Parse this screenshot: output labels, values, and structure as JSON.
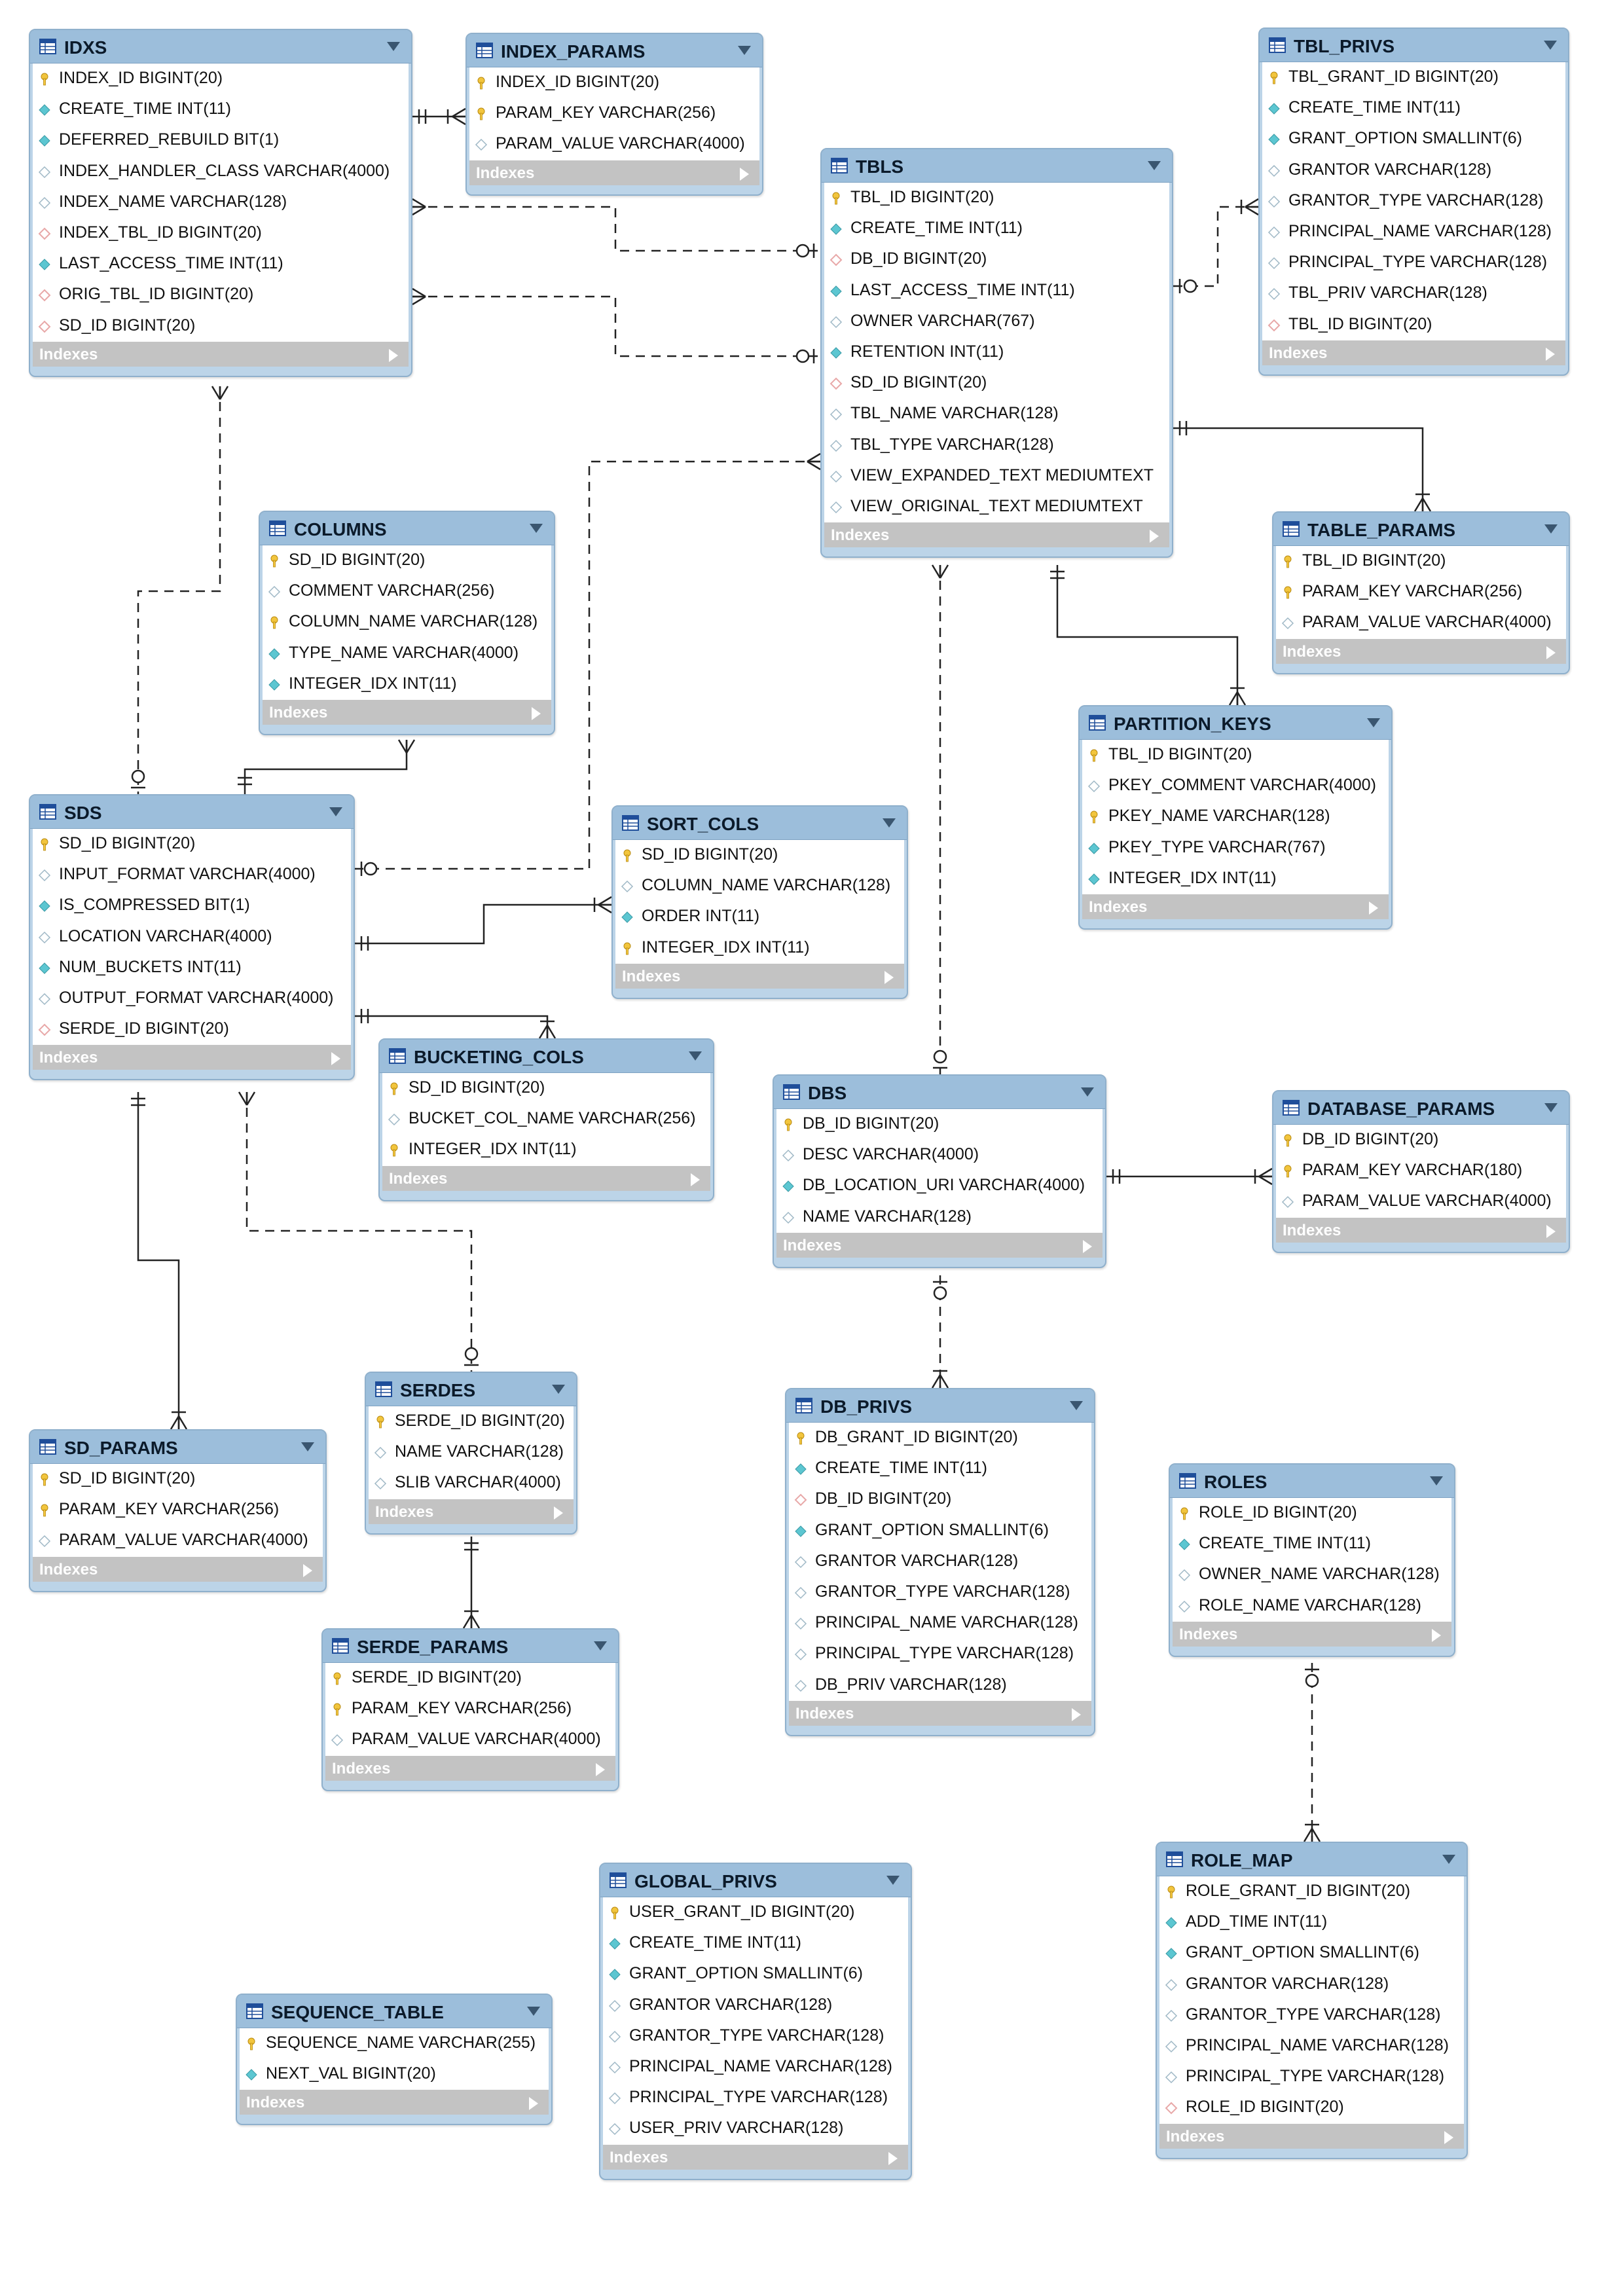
{
  "footer_label": "Indexes",
  "colors": {
    "header": "#9cbedb",
    "frame": "#bcd4e8",
    "footer": "#c3c3c3",
    "pk": "#f2c53d",
    "fk": "#e8a8a8",
    "col": "#5cc6d1",
    "line": "#222222"
  },
  "icons": {
    "table": "table-grid-icon",
    "pk": "key-icon",
    "fk": "red-diamond-icon",
    "column": "cyan-diamond-icon",
    "nullable": "hollow-diamond-icon",
    "collapse": "triangle-down-icon",
    "expand": "triangle-right-icon"
  },
  "tables": [
    {
      "id": "idxs",
      "name": "IDXS",
      "columns": [
        {
          "text": "INDEX_ID BIGINT(20)",
          "kind": "pk"
        },
        {
          "text": "CREATE_TIME INT(11)",
          "kind": "col"
        },
        {
          "text": "DEFERRED_REBUILD BIT(1)",
          "kind": "col"
        },
        {
          "text": "INDEX_HANDLER_CLASS VARCHAR(4000)",
          "kind": "null"
        },
        {
          "text": "INDEX_NAME VARCHAR(128)",
          "kind": "null"
        },
        {
          "text": "INDEX_TBL_ID BIGINT(20)",
          "kind": "fk"
        },
        {
          "text": "LAST_ACCESS_TIME INT(11)",
          "kind": "col"
        },
        {
          "text": "ORIG_TBL_ID BIGINT(20)",
          "kind": "fk"
        },
        {
          "text": "SD_ID BIGINT(20)",
          "kind": "fk"
        }
      ]
    },
    {
      "id": "index_params",
      "name": "INDEX_PARAMS",
      "columns": [
        {
          "text": "INDEX_ID BIGINT(20)",
          "kind": "pk"
        },
        {
          "text": "PARAM_KEY VARCHAR(256)",
          "kind": "pk"
        },
        {
          "text": "PARAM_VALUE VARCHAR(4000)",
          "kind": "null"
        }
      ]
    },
    {
      "id": "tbls",
      "name": "TBLS",
      "columns": [
        {
          "text": "TBL_ID BIGINT(20)",
          "kind": "pk"
        },
        {
          "text": "CREATE_TIME INT(11)",
          "kind": "col"
        },
        {
          "text": "DB_ID BIGINT(20)",
          "kind": "fk"
        },
        {
          "text": "LAST_ACCESS_TIME INT(11)",
          "kind": "col"
        },
        {
          "text": "OWNER VARCHAR(767)",
          "kind": "null"
        },
        {
          "text": "RETENTION INT(11)",
          "kind": "col"
        },
        {
          "text": "SD_ID BIGINT(20)",
          "kind": "fk"
        },
        {
          "text": "TBL_NAME VARCHAR(128)",
          "kind": "null"
        },
        {
          "text": "TBL_TYPE VARCHAR(128)",
          "kind": "null"
        },
        {
          "text": "VIEW_EXPANDED_TEXT MEDIUMTEXT",
          "kind": "null"
        },
        {
          "text": "VIEW_ORIGINAL_TEXT MEDIUMTEXT",
          "kind": "null"
        }
      ]
    },
    {
      "id": "tbl_privs",
      "name": "TBL_PRIVS",
      "columns": [
        {
          "text": "TBL_GRANT_ID BIGINT(20)",
          "kind": "pk"
        },
        {
          "text": "CREATE_TIME INT(11)",
          "kind": "col"
        },
        {
          "text": "GRANT_OPTION SMALLINT(6)",
          "kind": "col"
        },
        {
          "text": "GRANTOR VARCHAR(128)",
          "kind": "null"
        },
        {
          "text": "GRANTOR_TYPE VARCHAR(128)",
          "kind": "null"
        },
        {
          "text": "PRINCIPAL_NAME VARCHAR(128)",
          "kind": "null"
        },
        {
          "text": "PRINCIPAL_TYPE VARCHAR(128)",
          "kind": "null"
        },
        {
          "text": "TBL_PRIV VARCHAR(128)",
          "kind": "null"
        },
        {
          "text": "TBL_ID BIGINT(20)",
          "kind": "fk"
        }
      ]
    },
    {
      "id": "columns",
      "name": "COLUMNS",
      "columns": [
        {
          "text": "SD_ID BIGINT(20)",
          "kind": "pk"
        },
        {
          "text": "COMMENT VARCHAR(256)",
          "kind": "null"
        },
        {
          "text": "COLUMN_NAME VARCHAR(128)",
          "kind": "pk"
        },
        {
          "text": "TYPE_NAME VARCHAR(4000)",
          "kind": "col"
        },
        {
          "text": "INTEGER_IDX INT(11)",
          "kind": "col"
        }
      ]
    },
    {
      "id": "table_params",
      "name": "TABLE_PARAMS",
      "columns": [
        {
          "text": "TBL_ID BIGINT(20)",
          "kind": "pk"
        },
        {
          "text": "PARAM_KEY VARCHAR(256)",
          "kind": "pk"
        },
        {
          "text": "PARAM_VALUE VARCHAR(4000)",
          "kind": "null"
        }
      ]
    },
    {
      "id": "partition_keys",
      "name": "PARTITION_KEYS",
      "columns": [
        {
          "text": "TBL_ID BIGINT(20)",
          "kind": "pk"
        },
        {
          "text": "PKEY_COMMENT VARCHAR(4000)",
          "kind": "null"
        },
        {
          "text": "PKEY_NAME VARCHAR(128)",
          "kind": "pk"
        },
        {
          "text": "PKEY_TYPE VARCHAR(767)",
          "kind": "col"
        },
        {
          "text": "INTEGER_IDX INT(11)",
          "kind": "col"
        }
      ]
    },
    {
      "id": "sds",
      "name": "SDS",
      "columns": [
        {
          "text": "SD_ID BIGINT(20)",
          "kind": "pk"
        },
        {
          "text": "INPUT_FORMAT VARCHAR(4000)",
          "kind": "null"
        },
        {
          "text": "IS_COMPRESSED BIT(1)",
          "kind": "col"
        },
        {
          "text": "LOCATION VARCHAR(4000)",
          "kind": "null"
        },
        {
          "text": "NUM_BUCKETS INT(11)",
          "kind": "col"
        },
        {
          "text": "OUTPUT_FORMAT VARCHAR(4000)",
          "kind": "null"
        },
        {
          "text": "SERDE_ID BIGINT(20)",
          "kind": "fk"
        }
      ]
    },
    {
      "id": "sort_cols",
      "name": "SORT_COLS",
      "columns": [
        {
          "text": "SD_ID BIGINT(20)",
          "kind": "pk"
        },
        {
          "text": "COLUMN_NAME VARCHAR(128)",
          "kind": "null"
        },
        {
          "text": "ORDER INT(11)",
          "kind": "col"
        },
        {
          "text": "INTEGER_IDX INT(11)",
          "kind": "pk"
        }
      ]
    },
    {
      "id": "bucketing_cols",
      "name": "BUCKETING_COLS",
      "columns": [
        {
          "text": "SD_ID BIGINT(20)",
          "kind": "pk"
        },
        {
          "text": "BUCKET_COL_NAME VARCHAR(256)",
          "kind": "null"
        },
        {
          "text": "INTEGER_IDX INT(11)",
          "kind": "pk"
        }
      ]
    },
    {
      "id": "dbs",
      "name": "DBS",
      "columns": [
        {
          "text": "DB_ID BIGINT(20)",
          "kind": "pk"
        },
        {
          "text": "DESC VARCHAR(4000)",
          "kind": "null"
        },
        {
          "text": "DB_LOCATION_URI VARCHAR(4000)",
          "kind": "col"
        },
        {
          "text": "NAME VARCHAR(128)",
          "kind": "null"
        }
      ]
    },
    {
      "id": "database_params",
      "name": "DATABASE_PARAMS",
      "columns": [
        {
          "text": "DB_ID BIGINT(20)",
          "kind": "pk"
        },
        {
          "text": "PARAM_KEY VARCHAR(180)",
          "kind": "pk"
        },
        {
          "text": "PARAM_VALUE VARCHAR(4000)",
          "kind": "null"
        }
      ]
    },
    {
      "id": "serdes",
      "name": "SERDES",
      "columns": [
        {
          "text": "SERDE_ID BIGINT(20)",
          "kind": "pk"
        },
        {
          "text": "NAME VARCHAR(128)",
          "kind": "null"
        },
        {
          "text": "SLIB VARCHAR(4000)",
          "kind": "null"
        }
      ]
    },
    {
      "id": "sd_params",
      "name": "SD_PARAMS",
      "columns": [
        {
          "text": "SD_ID BIGINT(20)",
          "kind": "pk"
        },
        {
          "text": "PARAM_KEY VARCHAR(256)",
          "kind": "pk"
        },
        {
          "text": "PARAM_VALUE VARCHAR(4000)",
          "kind": "null"
        }
      ]
    },
    {
      "id": "db_privs",
      "name": "DB_PRIVS",
      "columns": [
        {
          "text": "DB_GRANT_ID BIGINT(20)",
          "kind": "pk"
        },
        {
          "text": "CREATE_TIME INT(11)",
          "kind": "col"
        },
        {
          "text": "DB_ID BIGINT(20)",
          "kind": "fk"
        },
        {
          "text": "GRANT_OPTION SMALLINT(6)",
          "kind": "col"
        },
        {
          "text": "GRANTOR VARCHAR(128)",
          "kind": "null"
        },
        {
          "text": "GRANTOR_TYPE VARCHAR(128)",
          "kind": "null"
        },
        {
          "text": "PRINCIPAL_NAME VARCHAR(128)",
          "kind": "null"
        },
        {
          "text": "PRINCIPAL_TYPE VARCHAR(128)",
          "kind": "null"
        },
        {
          "text": "DB_PRIV VARCHAR(128)",
          "kind": "null"
        }
      ]
    },
    {
      "id": "roles",
      "name": "ROLES",
      "columns": [
        {
          "text": "ROLE_ID BIGINT(20)",
          "kind": "pk"
        },
        {
          "text": "CREATE_TIME INT(11)",
          "kind": "col"
        },
        {
          "text": "OWNER_NAME VARCHAR(128)",
          "kind": "null"
        },
        {
          "text": "ROLE_NAME VARCHAR(128)",
          "kind": "null"
        }
      ]
    },
    {
      "id": "serde_params",
      "name": "SERDE_PARAMS",
      "columns": [
        {
          "text": "SERDE_ID BIGINT(20)",
          "kind": "pk"
        },
        {
          "text": "PARAM_KEY VARCHAR(256)",
          "kind": "pk"
        },
        {
          "text": "PARAM_VALUE VARCHAR(4000)",
          "kind": "null"
        }
      ]
    },
    {
      "id": "global_privs",
      "name": "GLOBAL_PRIVS",
      "columns": [
        {
          "text": "USER_GRANT_ID BIGINT(20)",
          "kind": "pk"
        },
        {
          "text": "CREATE_TIME INT(11)",
          "kind": "col"
        },
        {
          "text": "GRANT_OPTION SMALLINT(6)",
          "kind": "col"
        },
        {
          "text": "GRANTOR VARCHAR(128)",
          "kind": "null"
        },
        {
          "text": "GRANTOR_TYPE VARCHAR(128)",
          "kind": "null"
        },
        {
          "text": "PRINCIPAL_NAME VARCHAR(128)",
          "kind": "null"
        },
        {
          "text": "PRINCIPAL_TYPE VARCHAR(128)",
          "kind": "null"
        },
        {
          "text": "USER_PRIV VARCHAR(128)",
          "kind": "null"
        }
      ]
    },
    {
      "id": "role_map",
      "name": "ROLE_MAP",
      "columns": [
        {
          "text": "ROLE_GRANT_ID BIGINT(20)",
          "kind": "pk"
        },
        {
          "text": "ADD_TIME INT(11)",
          "kind": "col"
        },
        {
          "text": "GRANT_OPTION SMALLINT(6)",
          "kind": "col"
        },
        {
          "text": "GRANTOR VARCHAR(128)",
          "kind": "null"
        },
        {
          "text": "GRANTOR_TYPE VARCHAR(128)",
          "kind": "null"
        },
        {
          "text": "PRINCIPAL_NAME VARCHAR(128)",
          "kind": "null"
        },
        {
          "text": "PRINCIPAL_TYPE VARCHAR(128)",
          "kind": "null"
        },
        {
          "text": "ROLE_ID BIGINT(20)",
          "kind": "fk"
        }
      ]
    },
    {
      "id": "sequence_table",
      "name": "SEQUENCE_TABLE",
      "columns": [
        {
          "text": "SEQUENCE_NAME VARCHAR(255)",
          "kind": "pk"
        },
        {
          "text": "NEXT_VAL BIGINT(20)",
          "kind": "col"
        }
      ]
    }
  ],
  "relationships": [
    {
      "from": "idxs",
      "to": "index_params",
      "style": "identifying"
    },
    {
      "from": "idxs",
      "to": "tbls",
      "style": "non-identifying"
    },
    {
      "from": "idxs",
      "to": "tbls",
      "style": "non-identifying"
    },
    {
      "from": "tbls",
      "to": "tbl_privs",
      "style": "non-identifying"
    },
    {
      "from": "tbls",
      "to": "table_params",
      "style": "identifying"
    },
    {
      "from": "tbls",
      "to": "partition_keys",
      "style": "identifying"
    },
    {
      "from": "tbls",
      "to": "sds",
      "style": "non-identifying"
    },
    {
      "from": "tbls",
      "to": "dbs",
      "style": "non-identifying"
    },
    {
      "from": "idxs",
      "to": "sds",
      "style": "non-identifying"
    },
    {
      "from": "columns",
      "to": "sds",
      "style": "identifying"
    },
    {
      "from": "sds",
      "to": "sort_cols",
      "style": "identifying"
    },
    {
      "from": "sds",
      "to": "bucketing_cols",
      "style": "identifying"
    },
    {
      "from": "sds",
      "to": "sd_params",
      "style": "identifying"
    },
    {
      "from": "sds",
      "to": "serdes",
      "style": "non-identifying"
    },
    {
      "from": "serdes",
      "to": "serde_params",
      "style": "identifying"
    },
    {
      "from": "dbs",
      "to": "database_params",
      "style": "identifying"
    },
    {
      "from": "dbs",
      "to": "db_privs",
      "style": "non-identifying"
    },
    {
      "from": "roles",
      "to": "role_map",
      "style": "non-identifying"
    }
  ]
}
